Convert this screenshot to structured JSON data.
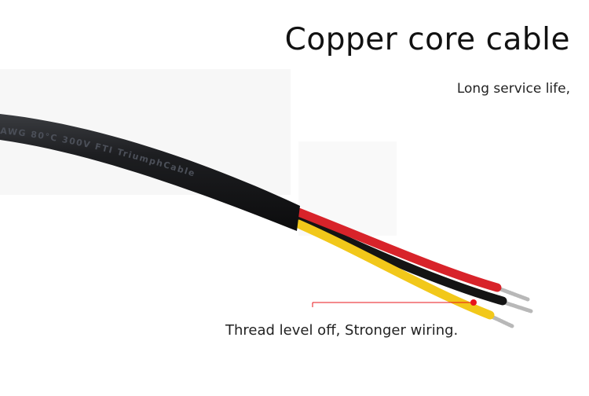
{
  "title": "Copper core cable",
  "subtitle": "Long service life,",
  "caption": "Thread level off, Stronger wiring.",
  "cable_print": "AWG   80°C   300V   FTI   TriumphCable",
  "colors": {
    "jacket": "#1b1c1e",
    "red_wire": "#d8232a",
    "black_wire": "#141414",
    "yellow_wire": "#f2c81a",
    "copper": "#c9c9c9",
    "leader": "#e8141b"
  }
}
